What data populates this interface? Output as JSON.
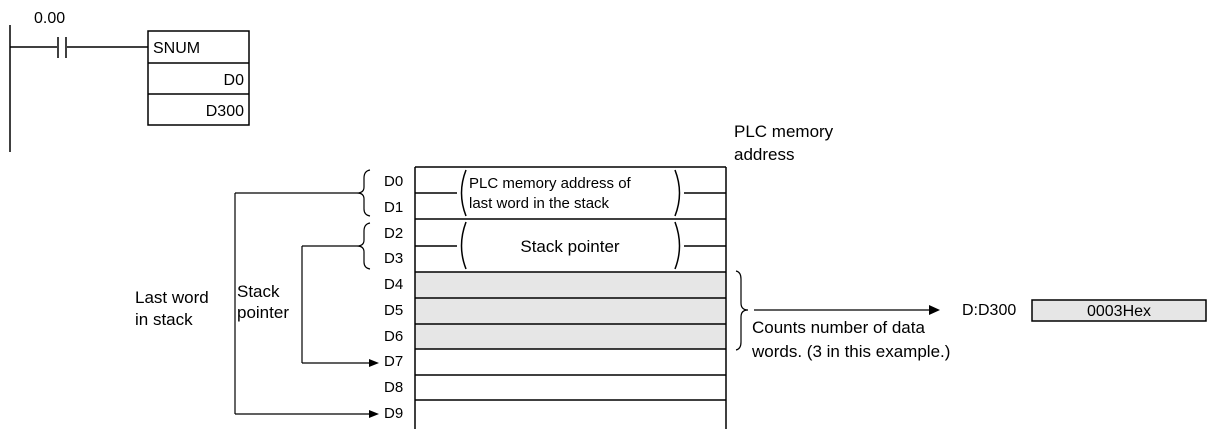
{
  "ladder": {
    "contact_label": "0.00",
    "instruction": "SNUM",
    "operand_1": "D0",
    "operand_2": "D300"
  },
  "memory": {
    "header_line_1": "PLC memory",
    "header_line_2": "address",
    "addresses": [
      "D0",
      "D1",
      "D2",
      "D3",
      "D4",
      "D5",
      "D6",
      "D7",
      "D8",
      "D9"
    ],
    "last_word_note_line_1": "PLC memory address of",
    "last_word_note_line_2": "last word in the stack",
    "stack_pointer_note": "Stack pointer",
    "data_rows_fill": "#e6e6e6"
  },
  "labels": {
    "last_word_line_1": "Last word",
    "last_word_line_2": "in stack",
    "stack_pointer_line_1": "Stack",
    "stack_pointer_line_2": "pointer",
    "count_note_line_1": "Counts number of data",
    "count_note_line_2": "words. (3 in this example.)"
  },
  "result": {
    "address": "D:D300",
    "value": "0003Hex",
    "box_fill": "#e6e6e6"
  }
}
